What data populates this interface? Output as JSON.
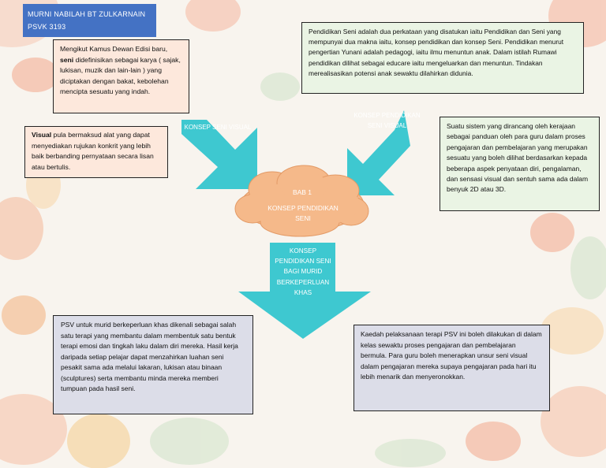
{
  "header": {
    "name": "MURNI NABILAH BT ZULKARNAIN",
    "course": "PSVK 3193"
  },
  "boxes": {
    "kamus": {
      "pre": "Mengikut Kamus Dewan Edisi baru, ",
      "bold": "seni",
      "post": " didefinisikan sebagai karya ( sajak, lukisan, muzik dan lain-lain ) yang diciptakan dengan bakat, kebolehan mencipta sesuatu yang indah."
    },
    "visual": {
      "bold": "Visual",
      "post": " pula bermaksud alat yang dapat menyediakan rujukan konkrit yang lebih baik berbanding pernyataan secara lisan atau bertulis."
    },
    "pendidikan": "Pendidikan Seni adalah dua perkataan yang disatukan iaitu Pendidikan dan Seni yang mempunyai dua makna iaitu, konsep pendidikan dan konsep Seni. Pendidikan menurut pengertian Yunani adalah pedagogi, iaitu ilmu menuntun anak. Dalam istilah Rumawi pendidikan dilihat sebagai educare iaitu mengeluarkan dan menuntun. Tindakan merealisasikan potensi anak sewaktu dilahirkan didunia.",
    "sistem": "Suatu sistem yang dirancang oleh kerajaan sebagai panduan oleh para guru dalam proses pengajaran dan pembelajaran yang merupakan sesuatu yang boleh dilihat berdasarkan kepada beberapa aspek penyataan diri, pengalaman, dan sensasi visual dan sentuh sama ada dalam benyuk 2D atau 3D.",
    "psv_murid": "PSV untuk murid berkeperluan khas dikenali sebagai salah satu terapi yang membantu dalam membentuk satu bentuk terapi emosi dan tingkah laku dalam diri mereka. Hasil kerja daripada setiap pelajar dapat menzahirkan luahan seni pesakit sama ada melalui lakaran, lukisan atau binaan (sculptures) serta membantu minda mereka memberi tumpuan pada hasil seni.",
    "kaedah": "Kaedah pelaksanaan terapi PSV ini boleh dilakukan di dalam kelas sewaktu proses pengajaran dan pembelajaran bermula. Para guru boleh menerapkan unsur seni visual dalam pengajaran mereka supaya pengajaran pada hari itu lebih menarik dan menyeronokkan."
  },
  "arrows": {
    "left": "KONSEP SENI VISUAL",
    "right": "KONSEP PENDIDIKAN SENI VISUAL",
    "down": "KONSEP PENDIDIKAN SENI BAGI MURID BERKEPERLUAN KHAS"
  },
  "cloud": {
    "line1": "BAB 1",
    "line2": "KONSEP PENDIDIKAN SENI"
  },
  "colors": {
    "arrow": "#3ec8d0",
    "cloud": "#f5b98a",
    "name_box": "#4472c4"
  }
}
